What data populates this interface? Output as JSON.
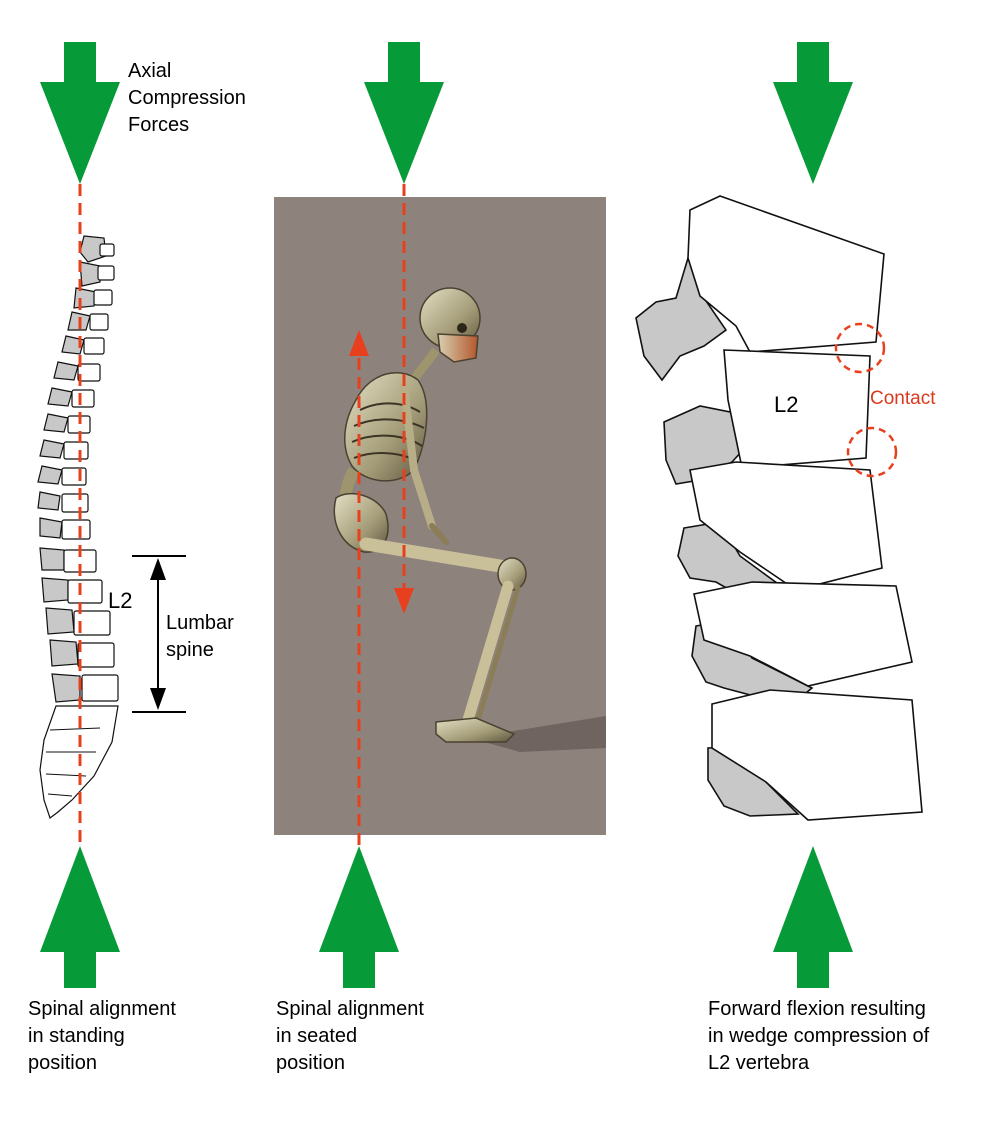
{
  "colors": {
    "arrow_green": "#079a39",
    "dash_red": "#e8401e",
    "photo_bg": "#8e827c",
    "bone_fill": "#ffffff",
    "shade_fill": "#c8c8c8",
    "outline": "#111111"
  },
  "icons": {
    "arrow": "green-block-arrow-icon",
    "dash": "red-dashed-line",
    "contact": "red-dashed-circle-icon"
  },
  "panels": [
    {
      "caption": "Spinal alignment\nin standing\nposition"
    },
    {
      "caption": "Spinal alignment\nin seated\nposition"
    },
    {
      "caption": "Forward flexion resulting\nin wedge compression of\nL2 vertebra"
    }
  ],
  "labels": {
    "axial_forces": "Axial\nCompression\nForces",
    "standing_level": "L2",
    "lumbar": "Lumbar\nspine",
    "flexion_level": "L2",
    "contact": "Contact"
  }
}
